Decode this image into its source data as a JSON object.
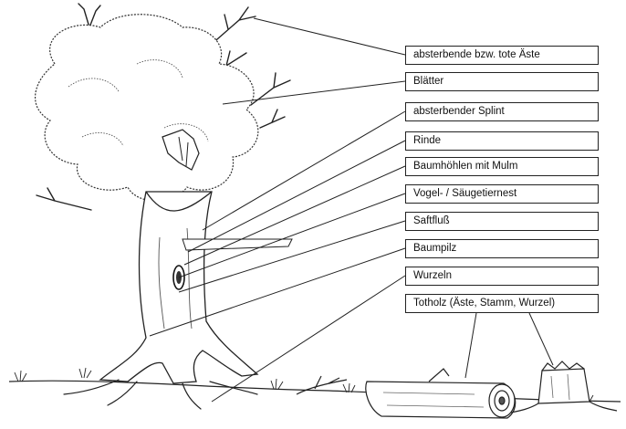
{
  "labels": [
    "absterbende bzw. tote Äste",
    "Blätter",
    "absterbender Splint",
    "Rinde",
    "Baumhöhlen mit Mulm",
    "Vogel- / Säugetiernest",
    "Saftfluß",
    "Baumpilz",
    "Wurzeln",
    "Totholz (Äste, Stamm, Wurzel)"
  ]
}
